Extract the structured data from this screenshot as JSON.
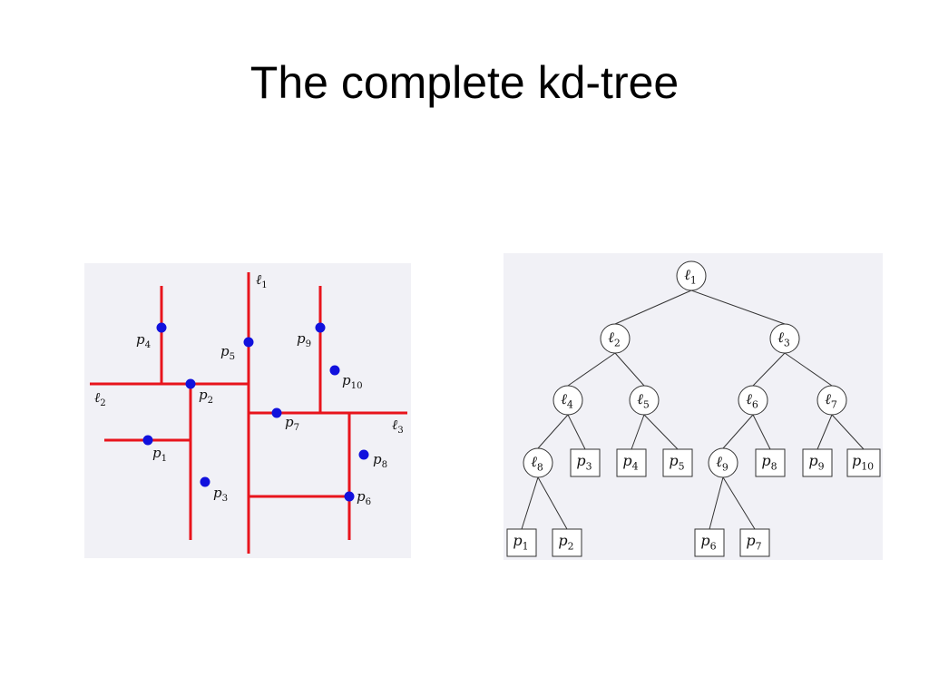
{
  "slide": {
    "title": "The complete kd-tree"
  },
  "colors": {
    "split_line": "#e8141c",
    "point": "#1111dd",
    "panel_bg": "#f1f1f6",
    "tree_stroke": "#333333"
  },
  "partition": {
    "lines": [
      {
        "id": "l1",
        "label": "ℓ",
        "sub": "1"
      },
      {
        "id": "l2",
        "label": "ℓ",
        "sub": "2"
      },
      {
        "id": "l3",
        "label": "ℓ",
        "sub": "3"
      }
    ],
    "points": [
      {
        "id": "p1",
        "label": "p",
        "sub": "1"
      },
      {
        "id": "p2",
        "label": "p",
        "sub": "2"
      },
      {
        "id": "p3",
        "label": "p",
        "sub": "3"
      },
      {
        "id": "p4",
        "label": "p",
        "sub": "4"
      },
      {
        "id": "p5",
        "label": "p",
        "sub": "5"
      },
      {
        "id": "p6",
        "label": "p",
        "sub": "6"
      },
      {
        "id": "p7",
        "label": "p",
        "sub": "7"
      },
      {
        "id": "p8",
        "label": "p",
        "sub": "8"
      },
      {
        "id": "p9",
        "label": "p",
        "sub": "9"
      },
      {
        "id": "p10",
        "label": "p",
        "sub": "10"
      }
    ]
  },
  "tree": {
    "internal_nodes": [
      {
        "id": "l1",
        "label": "ℓ",
        "sub": "1"
      },
      {
        "id": "l2",
        "label": "ℓ",
        "sub": "2"
      },
      {
        "id": "l3",
        "label": "ℓ",
        "sub": "3"
      },
      {
        "id": "l4",
        "label": "ℓ",
        "sub": "4"
      },
      {
        "id": "l5",
        "label": "ℓ",
        "sub": "5"
      },
      {
        "id": "l6",
        "label": "ℓ",
        "sub": "6"
      },
      {
        "id": "l7",
        "label": "ℓ",
        "sub": "7"
      },
      {
        "id": "l8",
        "label": "ℓ",
        "sub": "8"
      },
      {
        "id": "l9",
        "label": "ℓ",
        "sub": "9"
      }
    ],
    "leaves": [
      {
        "id": "p1",
        "label": "p",
        "sub": "1"
      },
      {
        "id": "p2",
        "label": "p",
        "sub": "2"
      },
      {
        "id": "p3",
        "label": "p",
        "sub": "3"
      },
      {
        "id": "p4",
        "label": "p",
        "sub": "4"
      },
      {
        "id": "p5",
        "label": "p",
        "sub": "5"
      },
      {
        "id": "p6",
        "label": "p",
        "sub": "6"
      },
      {
        "id": "p7",
        "label": "p",
        "sub": "7"
      },
      {
        "id": "p8",
        "label": "p",
        "sub": "8"
      },
      {
        "id": "p9",
        "label": "p",
        "sub": "9"
      },
      {
        "id": "p10",
        "label": "p",
        "sub": "10"
      }
    ],
    "edges": [
      [
        "l1",
        "l2"
      ],
      [
        "l1",
        "l3"
      ],
      [
        "l2",
        "l4"
      ],
      [
        "l2",
        "l5"
      ],
      [
        "l3",
        "l6"
      ],
      [
        "l3",
        "l7"
      ],
      [
        "l4",
        "l8"
      ],
      [
        "l4",
        "p3"
      ],
      [
        "l5",
        "p4"
      ],
      [
        "l5",
        "p5"
      ],
      [
        "l6",
        "l9"
      ],
      [
        "l6",
        "p8"
      ],
      [
        "l7",
        "p9"
      ],
      [
        "l7",
        "p10"
      ],
      [
        "l8",
        "p1"
      ],
      [
        "l8",
        "p2"
      ],
      [
        "l9",
        "p6"
      ],
      [
        "l9",
        "p7"
      ]
    ]
  }
}
